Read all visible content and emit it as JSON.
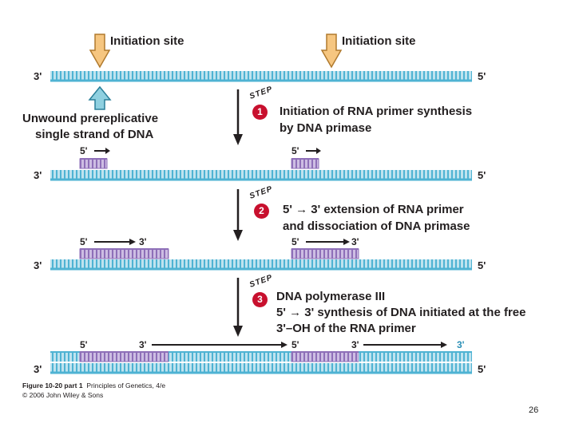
{
  "initiation_site_label": "Initiation site",
  "unwound_label": [
    "Unwound prereplicative",
    "single strand of DNA"
  ],
  "three_prime": "3'",
  "five_prime": "5'",
  "step_word": "STEP",
  "steps": [
    {
      "number": "1",
      "lines": [
        "Initiation of RNA primer synthesis",
        "by DNA primase"
      ]
    },
    {
      "number": "2",
      "lines": [
        "5' → 3' extension of RNA primer",
        "and dissociation of DNA primase"
      ]
    },
    {
      "number": "3",
      "lines": [
        "DNA polymerase III",
        "5' → 3' synthesis of DNA initiated at the free",
        "3'–OH of the RNA primer"
      ]
    }
  ],
  "caption": {
    "figure": "Figure 10-20 part 1",
    "book": "Principles of Genetics, 4/e",
    "copyright": "© 2006 John Wiley & Sons"
  },
  "page_number": "26",
  "colors": {
    "dna_strand": "#4fb3d3",
    "rna_primer": "#9b7fc0",
    "arrow_orange": "#f6c680",
    "arrow_blue": "#8fd0e0",
    "step_badge": "#c8102e"
  }
}
